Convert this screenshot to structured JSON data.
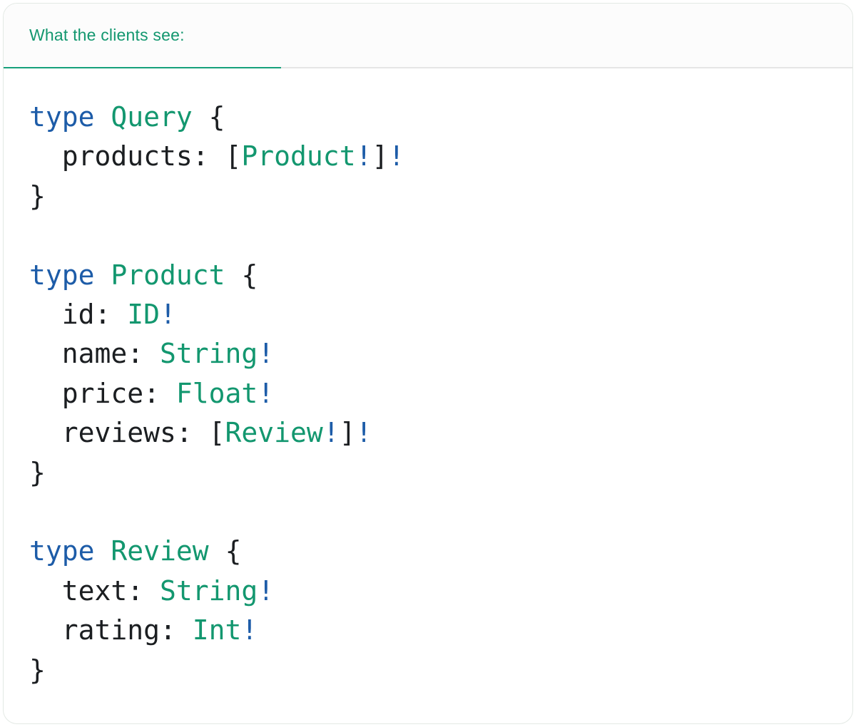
{
  "tab": {
    "label": "What the clients see:"
  },
  "colors": {
    "accent_underline": "#16a07b",
    "header_text": "#13976f",
    "divider_gray": "#e5e5e5",
    "card_border": "#e3e9e4",
    "tabbar_bg": "#fcfcfc",
    "card_bg": "#ffffff"
  },
  "code": {
    "language": "graphql",
    "token_colors": {
      "keyword": "#1d5ca8",
      "type": "#13976f",
      "plain": "#1b1e21",
      "bang": "#1d5ca8"
    },
    "lines": [
      [
        {
          "t": "keyword",
          "s": "type"
        },
        {
          "t": "plain",
          "s": " "
        },
        {
          "t": "type",
          "s": "Query"
        },
        {
          "t": "plain",
          "s": " {"
        }
      ],
      [
        {
          "t": "plain",
          "s": "  products: ["
        },
        {
          "t": "type",
          "s": "Product"
        },
        {
          "t": "bang",
          "s": "!"
        },
        {
          "t": "plain",
          "s": "]"
        },
        {
          "t": "bang",
          "s": "!"
        }
      ],
      [
        {
          "t": "plain",
          "s": "}"
        }
      ],
      [],
      [
        {
          "t": "keyword",
          "s": "type"
        },
        {
          "t": "plain",
          "s": " "
        },
        {
          "t": "type",
          "s": "Product"
        },
        {
          "t": "plain",
          "s": " {"
        }
      ],
      [
        {
          "t": "plain",
          "s": "  id: "
        },
        {
          "t": "type",
          "s": "ID"
        },
        {
          "t": "bang",
          "s": "!"
        }
      ],
      [
        {
          "t": "plain",
          "s": "  name: "
        },
        {
          "t": "type",
          "s": "String"
        },
        {
          "t": "bang",
          "s": "!"
        }
      ],
      [
        {
          "t": "plain",
          "s": "  price: "
        },
        {
          "t": "type",
          "s": "Float"
        },
        {
          "t": "bang",
          "s": "!"
        }
      ],
      [
        {
          "t": "plain",
          "s": "  reviews: ["
        },
        {
          "t": "type",
          "s": "Review"
        },
        {
          "t": "bang",
          "s": "!"
        },
        {
          "t": "plain",
          "s": "]"
        },
        {
          "t": "bang",
          "s": "!"
        }
      ],
      [
        {
          "t": "plain",
          "s": "}"
        }
      ],
      [],
      [
        {
          "t": "keyword",
          "s": "type"
        },
        {
          "t": "plain",
          "s": " "
        },
        {
          "t": "type",
          "s": "Review"
        },
        {
          "t": "plain",
          "s": " {"
        }
      ],
      [
        {
          "t": "plain",
          "s": "  text: "
        },
        {
          "t": "type",
          "s": "String"
        },
        {
          "t": "bang",
          "s": "!"
        }
      ],
      [
        {
          "t": "plain",
          "s": "  rating: "
        },
        {
          "t": "type",
          "s": "Int"
        },
        {
          "t": "bang",
          "s": "!"
        }
      ],
      [
        {
          "t": "plain",
          "s": "}"
        }
      ]
    ]
  }
}
